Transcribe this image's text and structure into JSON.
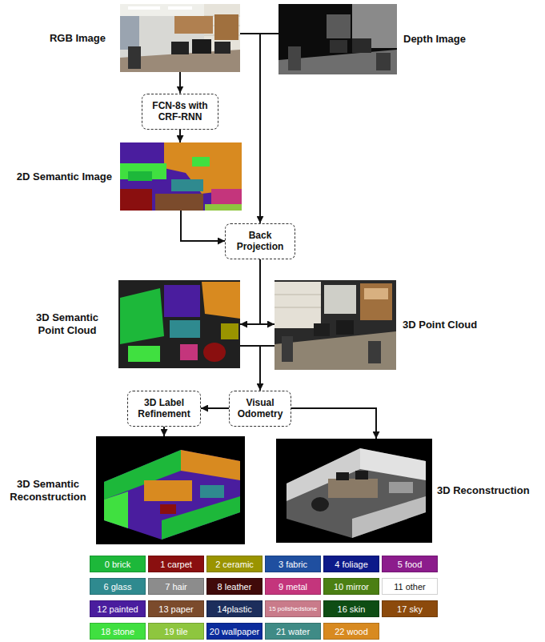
{
  "diagram": {
    "nodes": [
      {
        "text": [
          "RGB Image"
        ]
      },
      {
        "text": [
          "Depth Image"
        ]
      },
      {
        "text": [
          "FCN-8s with CRF-RNN"
        ]
      },
      {
        "text": [
          "2D Semantic Image"
        ]
      },
      {
        "text": [
          "Back Projection"
        ]
      },
      {
        "text": [
          "3D Semantic Point Cloud"
        ]
      },
      {
        "text": [
          "3D Point Cloud"
        ]
      },
      {
        "text": [
          "3D Label Refinement"
        ]
      },
      {
        "text": [
          "Visual Odometry"
        ]
      },
      {
        "text": [
          "3D Semantic Reconstruction"
        ]
      },
      {
        "text": [
          "3D Reconstruction"
        ]
      }
    ],
    "edges": [
      {
        "from": 0,
        "to": 2,
        "arrow": "to"
      },
      {
        "from": 2,
        "to": 3,
        "arrow": "to"
      },
      {
        "from": 3,
        "to": 4,
        "arrow": "to"
      },
      {
        "from": 0,
        "to": 4,
        "arrow": "to"
      },
      {
        "from": 1,
        "to": 4,
        "arrow": "to"
      },
      {
        "from": 4,
        "to": 5,
        "arrow": "to"
      },
      {
        "from": 4,
        "to": 6,
        "arrow": "to"
      },
      {
        "from": 5,
        "to": 8,
        "arrow": "to"
      },
      {
        "from": 6,
        "to": 8,
        "arrow": "to"
      },
      {
        "from": 8,
        "to": 7,
        "arrow": "to"
      },
      {
        "from": 7,
        "to": 9,
        "arrow": "to"
      },
      {
        "from": 8,
        "to": 10,
        "arrow": "to"
      }
    ],
    "legend": [
      {
        "text": "0 brick",
        "color": "#1db83a"
      },
      {
        "text": "1 carpet",
        "color": "#8a0f0f"
      },
      {
        "text": "2 ceramic",
        "color": "#9a9400"
      },
      {
        "text": "3 fabric",
        "color": "#1f4fa0"
      },
      {
        "text": "4 foliage",
        "color": "#0d1a8a"
      },
      {
        "text": "5 food",
        "color": "#8c1c8c"
      },
      {
        "text": "6 glass",
        "color": "#2f8a8f"
      },
      {
        "text": "7 hair",
        "color": "#8c8c8c"
      },
      {
        "text": "8 leather",
        "color": "#400a0a"
      },
      {
        "text": "9 metal",
        "color": "#c4357c"
      },
      {
        "text": "10 mirror",
        "color": "#4b7f13"
      },
      {
        "text": "11 other",
        "color": "#ffffff"
      },
      {
        "text": "12 painted",
        "color": "#4a1d9e"
      },
      {
        "text": "13 paper",
        "color": "#7b4b2c"
      },
      {
        "text": "14plastic",
        "color": "#1c2e5c"
      },
      {
        "text": "15 polishedstone",
        "color": "#c97b8a"
      },
      {
        "text": "16 skin",
        "color": "#0e4d14"
      },
      {
        "text": "17 sky",
        "color": "#8c4a0c"
      },
      {
        "text": "18 stone",
        "color": "#40e040"
      },
      {
        "text": "19 tile",
        "color": "#8ec63f"
      },
      {
        "text": "20 wallpaper",
        "color": "#0b2c9c"
      },
      {
        "text": "21 water",
        "color": "#3f8b86"
      },
      {
        "text": "22 wood",
        "color": "#d88a20"
      }
    ]
  }
}
